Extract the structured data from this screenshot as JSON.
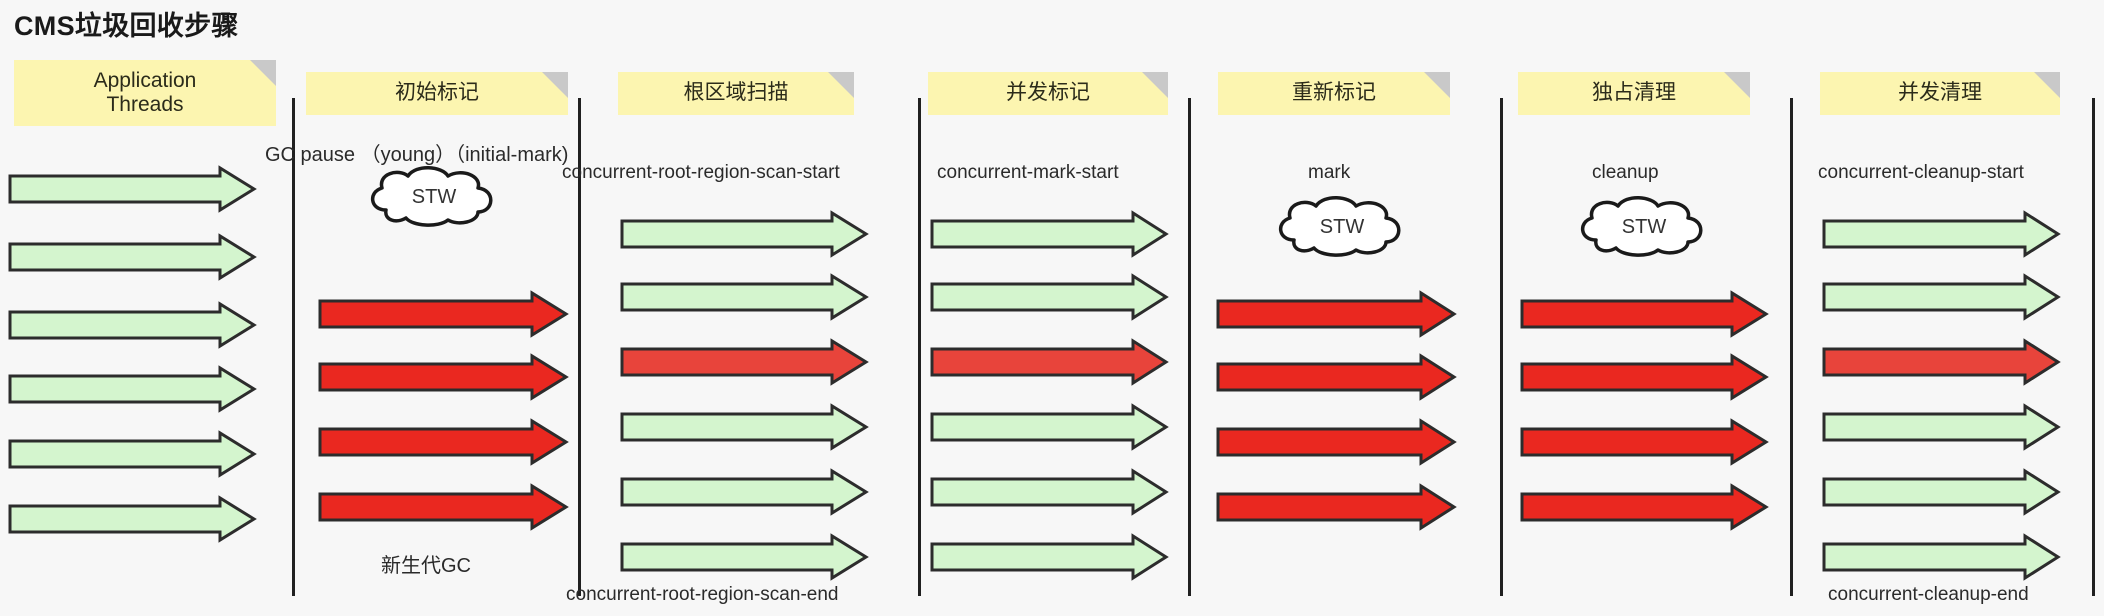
{
  "title": "CMS垃圾回收步骤",
  "colors": {
    "background": "#f7f7f7",
    "note_fill": "#fcf5b0",
    "note_fold": "#c9c9c9",
    "arrow_green": "#d4f5ce",
    "arrow_red": "#ea2820",
    "arrow_red_soft": "#e8443b",
    "outline": "#2c2c2c",
    "separator": "#202020",
    "text": "#2a2a2a"
  },
  "phases": [
    {
      "id": "application-threads",
      "note": "Application\nThreads",
      "note_lines": [
        "Application",
        "Threads"
      ],
      "top_caption": "",
      "bottom_caption": "",
      "stw": null,
      "arrows": [
        "green",
        "green",
        "green",
        "green",
        "green",
        "green"
      ]
    },
    {
      "id": "initial-mark",
      "note": "初始标记",
      "note_lines": [
        "初始标记"
      ],
      "top_caption": "GC pause （young）（initial-mark)",
      "bottom_caption": "新生代GC",
      "stw": "STW",
      "arrows": [
        "red",
        "red",
        "red",
        "red"
      ]
    },
    {
      "id": "root-region-scan",
      "note": "根区域扫描",
      "note_lines": [
        "根区域扫描"
      ],
      "top_caption": "concurrent-root-region-scan-start",
      "bottom_caption": "concurrent-root-region-scan-end",
      "stw": null,
      "arrows": [
        "green",
        "green",
        "red",
        "green",
        "green",
        "green"
      ]
    },
    {
      "id": "concurrent-mark",
      "note": "并发标记",
      "note_lines": [
        "并发标记"
      ],
      "top_caption": "concurrent-mark-start",
      "bottom_caption": "",
      "stw": null,
      "arrows": [
        "green",
        "green",
        "red",
        "green",
        "green",
        "green"
      ]
    },
    {
      "id": "remark",
      "note": "重新标记",
      "note_lines": [
        "重新标记"
      ],
      "top_caption": "mark",
      "bottom_caption": "",
      "stw": "STW",
      "arrows": [
        "red",
        "red",
        "red",
        "red"
      ]
    },
    {
      "id": "cleanup",
      "note": "独占清理",
      "note_lines": [
        "独占清理"
      ],
      "top_caption": "cleanup",
      "bottom_caption": "",
      "stw": "STW",
      "arrows": [
        "red",
        "red",
        "red",
        "red"
      ]
    },
    {
      "id": "concurrent-cleanup",
      "note": "并发清理",
      "note_lines": [
        "并发清理"
      ],
      "top_caption": "concurrent-cleanup-start",
      "bottom_caption": "concurrent-cleanup-end",
      "stw": null,
      "arrows": [
        "green",
        "green",
        "red",
        "green",
        "green",
        "green"
      ]
    }
  ],
  "captions": {
    "gc_pause": "GC pause （young）（initial-mark)",
    "root_scan_start": "concurrent-root-region-scan-start",
    "root_scan_end": "concurrent-root-region-scan-end",
    "concurrent_mark_start": "concurrent-mark-start",
    "mark": "mark",
    "cleanup": "cleanup",
    "concurrent_cleanup_start": "concurrent-cleanup-start",
    "concurrent_cleanup_end": "concurrent-cleanup-end",
    "young_gc": "新生代GC",
    "stw": "STW"
  }
}
